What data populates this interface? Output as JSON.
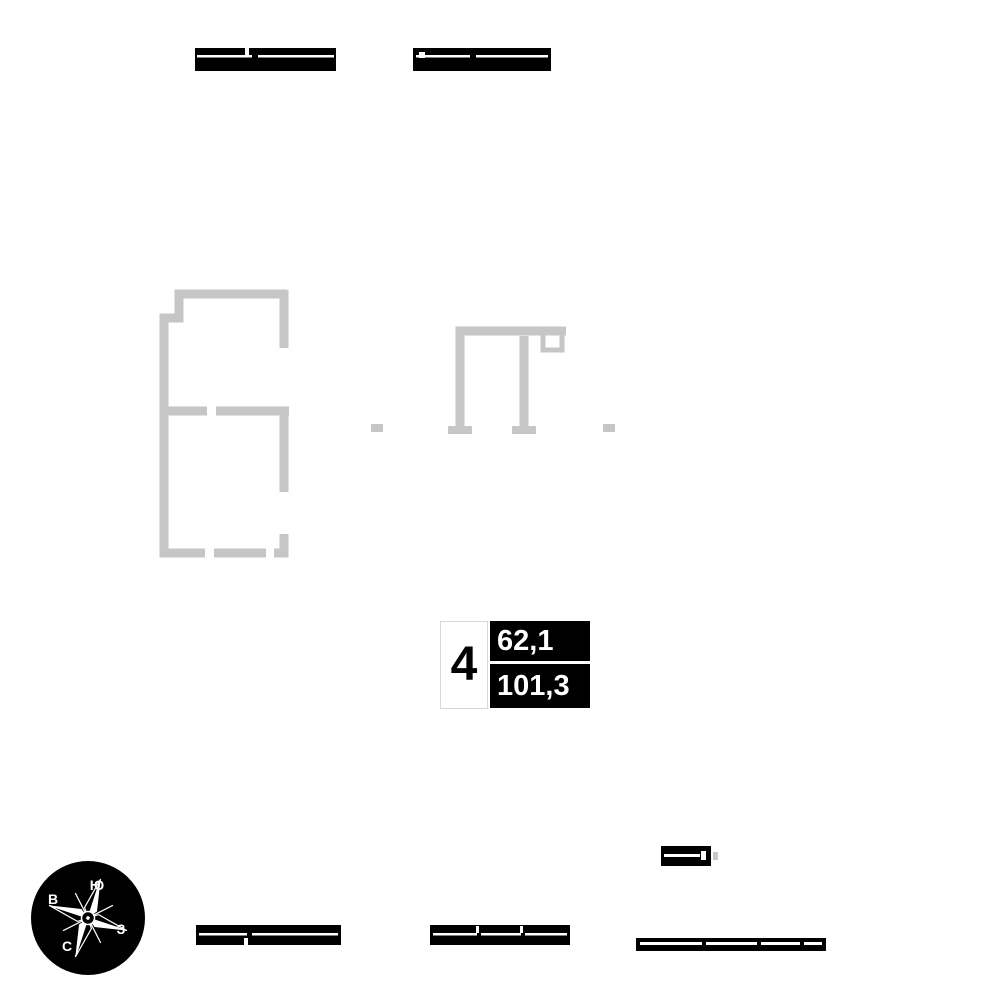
{
  "floor_plan": {
    "unit_label": {
      "number": "4",
      "area_top": "62,1",
      "area_bottom": "101,3"
    },
    "compass": {
      "top": "Ю",
      "left": "В",
      "right": "З",
      "bottom": "С"
    },
    "colors": {
      "wall_black": "#000000",
      "wall_gray": "#c6c6c6",
      "label_background": "#000000",
      "label_text": "#ffffff",
      "page_background": "#ffffff"
    },
    "icons": {
      "compass": "compass-rose-icon"
    }
  }
}
